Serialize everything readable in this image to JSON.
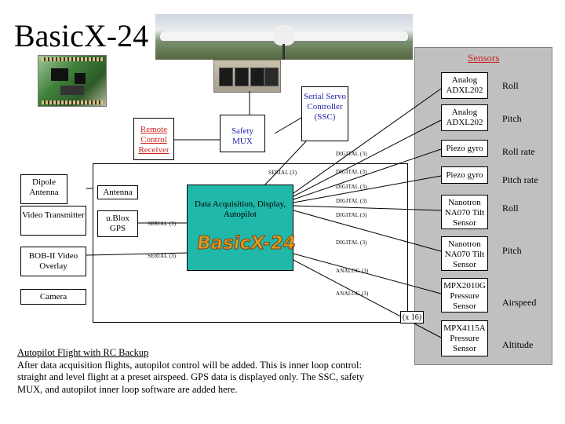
{
  "title": "BasicX-24",
  "left_components": {
    "dipole_antenna": "Dipole Antenna",
    "video_transmitter": "Video Transmitter",
    "bob_ii": "BOB-II Video Overlay",
    "camera": "Camera"
  },
  "receiver": "Remote Control Receiver",
  "safety_mux": "Safety MUX",
  "ssc": "Serial Servo Controller (SSC)",
  "gps": {
    "antenna": "Antenna",
    "unit": "u.Blox GPS"
  },
  "daq": "Data Acquisition, Display, Autopilot",
  "logo_text": "BasicX-24",
  "signals": {
    "serial_ssc": "SERIAL (3)",
    "serial_gps": "SERIAL (3)",
    "serial_bob": "SERIAL (3)",
    "digital": [
      "DIGITAL (3)",
      "DIGITAL (3)",
      "DIGITAL (3)",
      "DIGITAL (3)",
      "DIGITAL (3)",
      "DIGITAL (3)"
    ],
    "analog": [
      "ANALOG (3)",
      "ANALOG (3)"
    ],
    "multiplier": "(x 16)"
  },
  "sensors": {
    "title": "Sensors",
    "items": [
      {
        "name": "Analog ADXL202",
        "measure": "Roll"
      },
      {
        "name": "Analog ADXL202",
        "measure": "Pitch"
      },
      {
        "name": "Piezo gyro",
        "measure": "Roll rate"
      },
      {
        "name": "Piezo gyro",
        "measure": "Pitch rate"
      },
      {
        "name": "Nanotron NA070 Tilt Sensor",
        "measure": "Roll"
      },
      {
        "name": "Nanotron NA070 Tilt Sensor",
        "measure": "Pitch"
      },
      {
        "name": "MPX2010G Pressure Sensor",
        "measure": "Airspeed"
      },
      {
        "name": "MPX4115A Pressure Sensor",
        "measure": "Altitude"
      }
    ]
  },
  "caption": {
    "title": "Autopilot Flight with RC Backup",
    "body": "After data acquisition flights, autopilot control will be added.  This is inner loop control: straight and level flight at a preset airspeed.  GPS data is displayed only.  The SSC, safety MUX, and autopilot inner loop software are added here."
  },
  "colors": {
    "sensor_panel": "#c0c0c0",
    "sensor_title": "#cc2222",
    "receiver_text": "#cc2222",
    "module_text": "#2222aa",
    "logo": "#d8a020"
  }
}
